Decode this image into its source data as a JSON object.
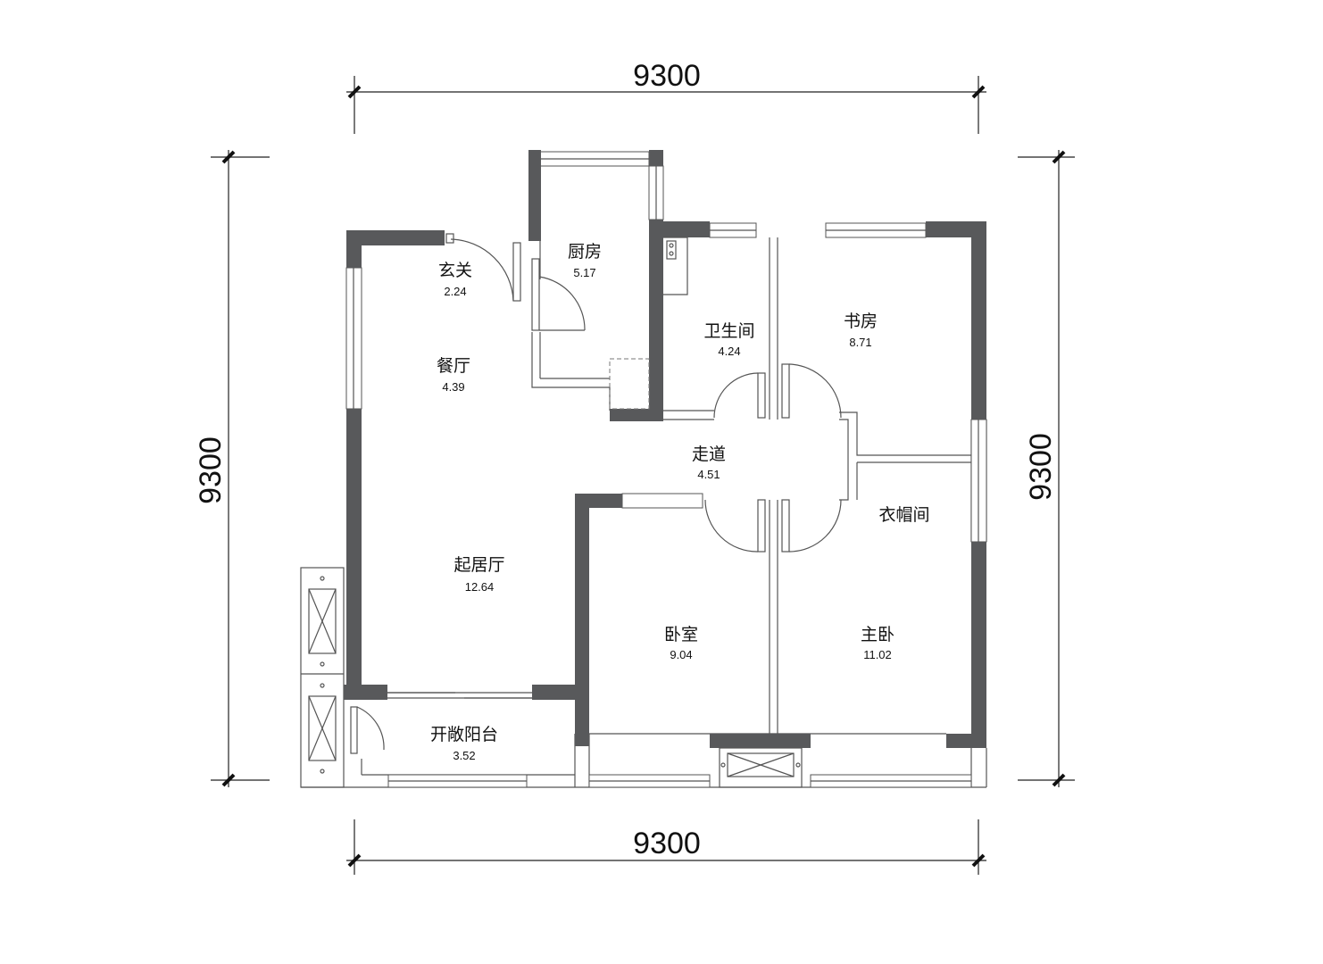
{
  "dimensions": {
    "top": "9300",
    "bottom": "9300",
    "left": "9300",
    "right": "9300"
  },
  "rooms": {
    "entrance": {
      "name": "玄关",
      "area": "2.24"
    },
    "kitchen": {
      "name": "厨房",
      "area": "5.17"
    },
    "bathroom": {
      "name": "卫生间",
      "area": "4.24"
    },
    "study": {
      "name": "书房",
      "area": "8.71"
    },
    "dining": {
      "name": "餐厅",
      "area": "4.39"
    },
    "corridor": {
      "name": "走道",
      "area": "4.51"
    },
    "cloakroom": {
      "name": "衣帽间"
    },
    "living": {
      "name": "起居厅",
      "area": "12.64"
    },
    "bedroom": {
      "name": "卧室",
      "area": "9.04"
    },
    "master": {
      "name": "主卧",
      "area": "11.02"
    },
    "balcony": {
      "name": "开敞阳台",
      "area": "3.52"
    }
  },
  "colors": {
    "wall": "#58595b",
    "line": "#555555",
    "text": "#111111"
  }
}
